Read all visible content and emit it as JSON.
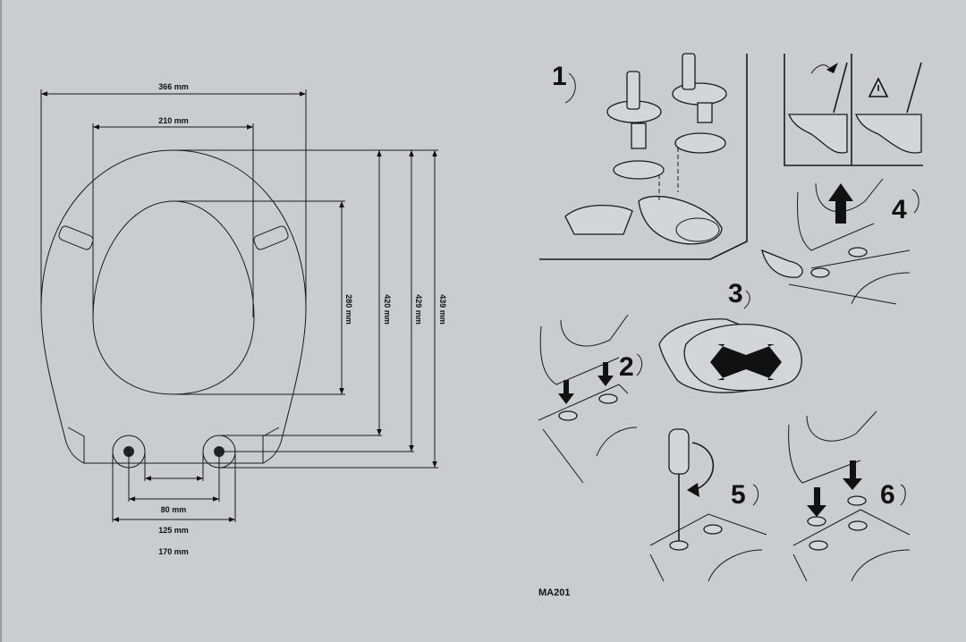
{
  "dimensions": {
    "seat_width": "366 mm",
    "opening_width": "210 mm",
    "opening_length": "280 mm",
    "length_to_hinge_front": "420 mm",
    "length_to_hinge_center": "429 mm",
    "overall_length": "439 mm",
    "hinge_inner_gap": "80 mm",
    "hinge_center_distance": "125 mm",
    "hinge_outer_span": "170 mm"
  },
  "steps": [
    "1",
    "2",
    "3",
    "4",
    "5",
    "6"
  ],
  "model_code": "MA201"
}
